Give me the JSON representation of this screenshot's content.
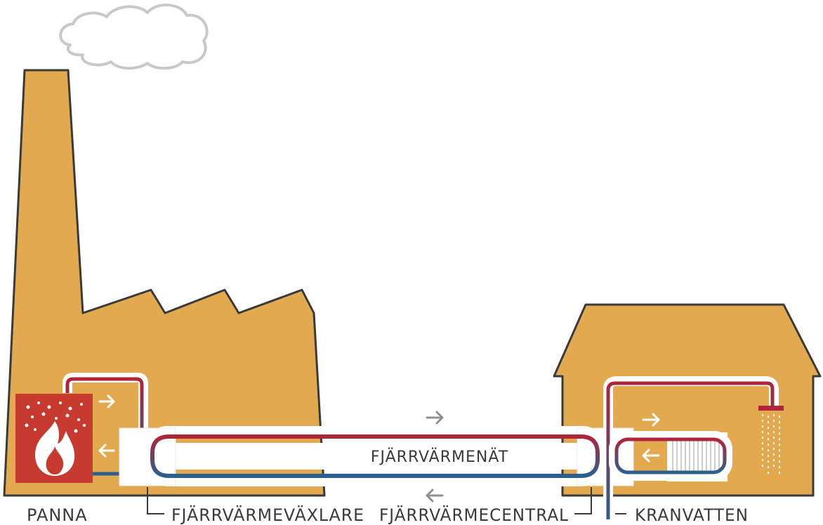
{
  "labels": {
    "boiler": "PANNA",
    "heat_exchanger": "FJÄRRVÄRMEVÄXLARE",
    "network": "FJÄRRVÄRMENÄT",
    "substation": "FJÄRRVÄRMECENTRAL",
    "tap_water": "KRANVATTEN"
  },
  "colors": {
    "building": "#E3A94F",
    "outline": "#3a3a3a",
    "hot": "#B0243A",
    "cold": "#2B5F8E",
    "boiler": "#C63A2F",
    "arrow": "#909090"
  },
  "icons": [
    "cloud-icon",
    "flame-icon",
    "radiator-icon",
    "shower-icon",
    "arrow-right-icon",
    "arrow-left-icon"
  ]
}
